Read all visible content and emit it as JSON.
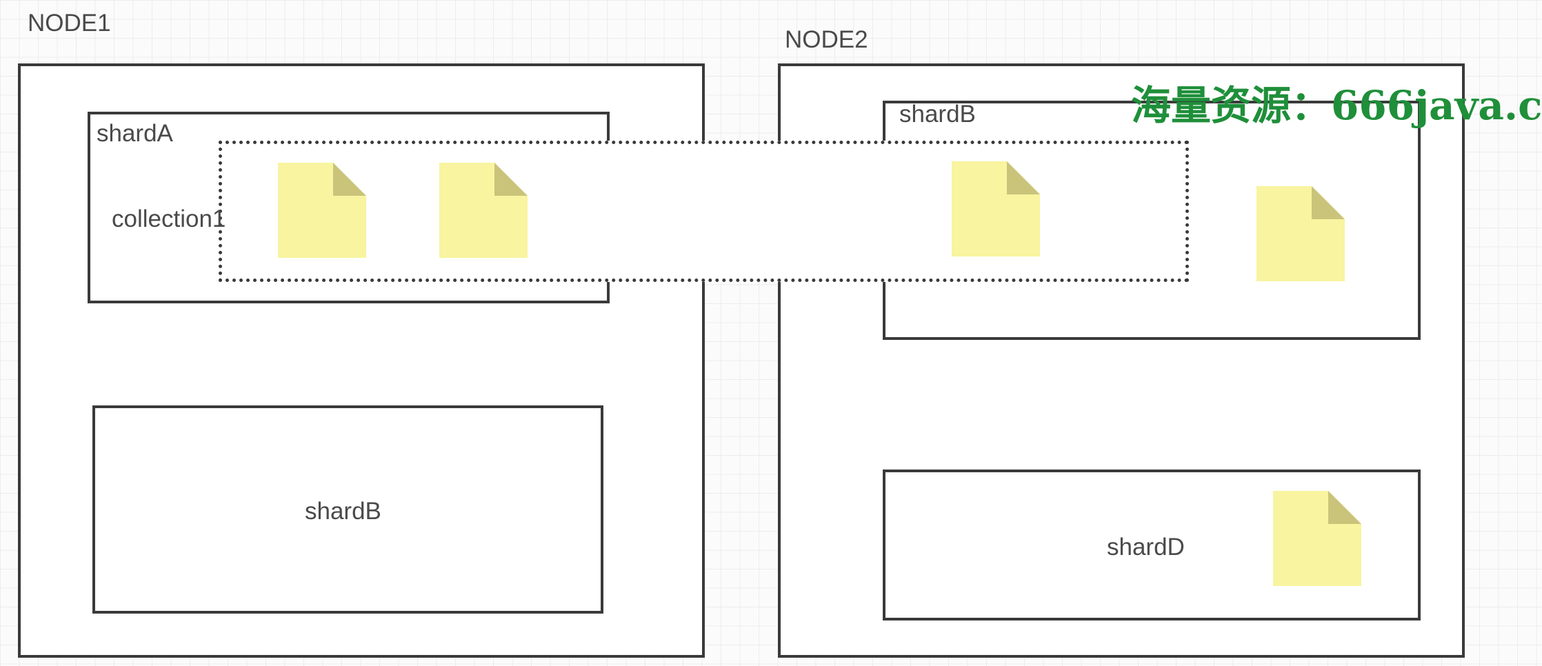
{
  "nodes": {
    "node1": {
      "title": "NODE1",
      "shard_a": "shardA",
      "shard_b": "shardB"
    },
    "node2": {
      "title": "NODE2",
      "shard_b": "shardB",
      "shard_d": "shardD"
    }
  },
  "collection": {
    "label": "collection1"
  },
  "watermark": {
    "text": "海量资源：666java.c"
  },
  "colors": {
    "document_fill": "#f8f4a0",
    "document_fold": "#c9c47a",
    "border": "#3a3a3a"
  }
}
